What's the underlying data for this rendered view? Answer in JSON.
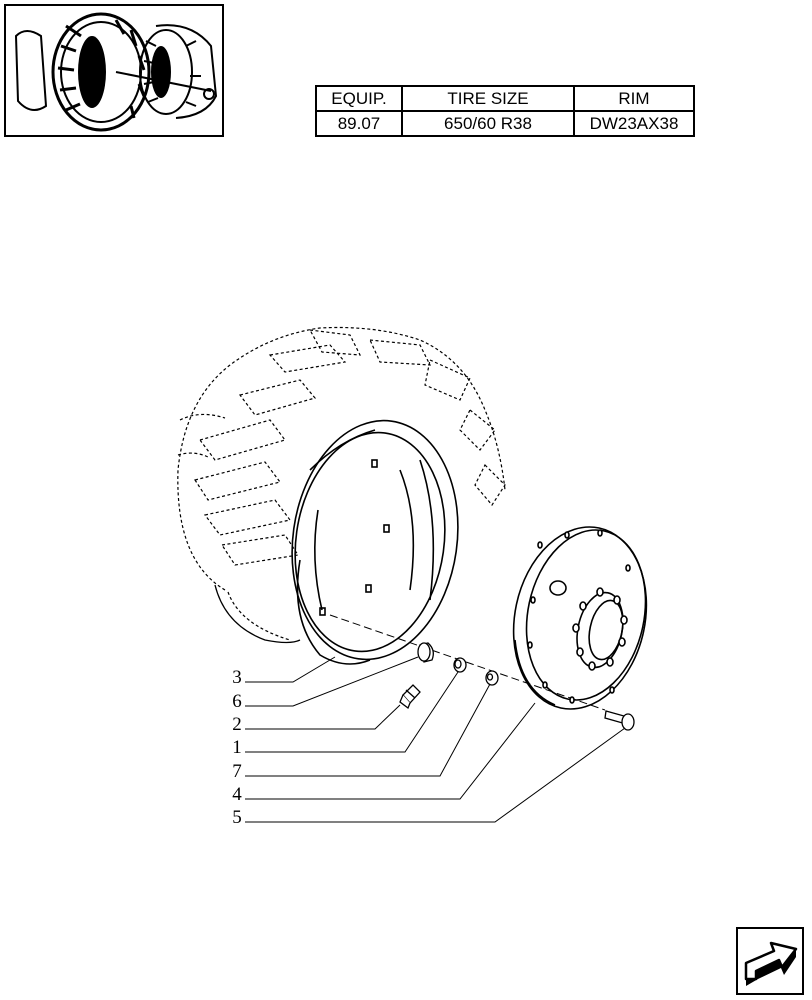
{
  "spec_table": {
    "headers": [
      "EQUIP.",
      "TIRE SIZE",
      "RIM"
    ],
    "row": [
      "89.07",
      "650/60 R38",
      "DW23AX38"
    ]
  },
  "callouts": [
    "3",
    "6",
    "2",
    "1",
    "7",
    "4",
    "5"
  ],
  "icons": {
    "thumbnail": "tractor-wheel-thumbnail-icon",
    "navigation": "next-page-arrow-icon"
  }
}
